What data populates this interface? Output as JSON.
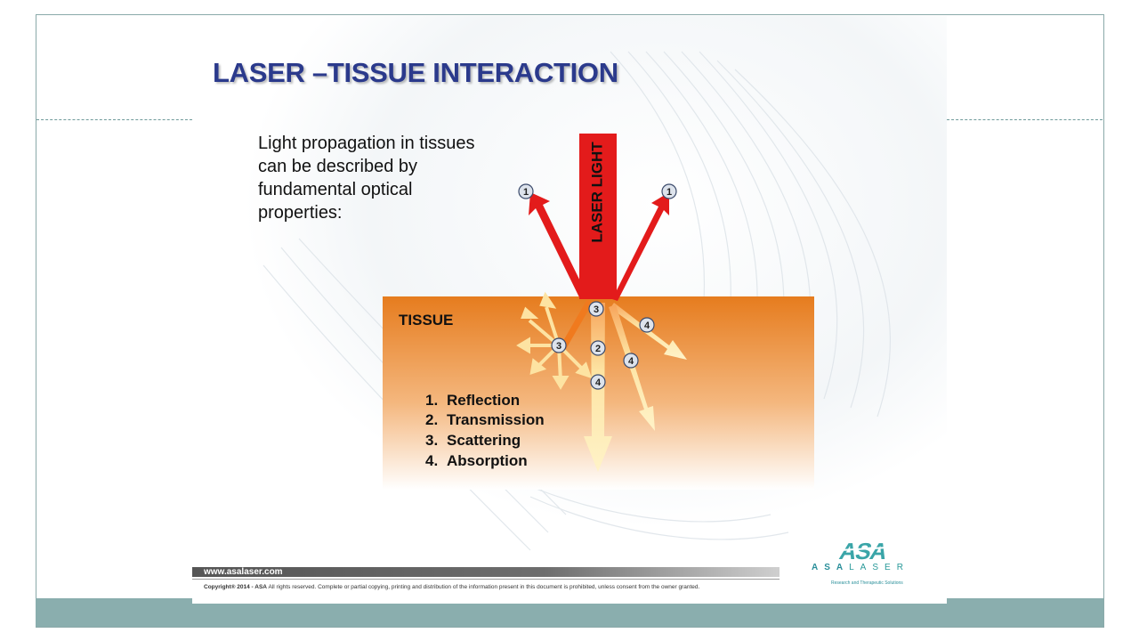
{
  "slide": {
    "title": "LASER –TISSUE INTERACTION",
    "intro_lines": [
      "Light propagation in tissues",
      "can be described by",
      "fundamental optical",
      "properties:"
    ]
  },
  "diagram": {
    "beam_label": "LASER LIGHT",
    "tissue_label": "TISSUE",
    "markers": [
      "1",
      "1",
      "3",
      "3",
      "2",
      "4",
      "4",
      "4"
    ],
    "properties": [
      {
        "num": "1.",
        "label": "Reflection"
      },
      {
        "num": "2.",
        "label": "Transmission"
      },
      {
        "num": "3.",
        "label": "Scattering"
      },
      {
        "num": "4.",
        "label": "Absorption"
      }
    ],
    "colors": {
      "beam": "#e31b1b",
      "tissue_top": "#e8801f",
      "tissue_bottom": "#ffffff",
      "arrow_light": "#fde6a8"
    }
  },
  "footer": {
    "url": "www.asalaser.com",
    "copyright_bold": "Copyright® 2014 - ASA",
    "copyright_rest": "All rights reserved. Complete or partial copying, printing and distribution of the information present in this document is prohibited, unless consent from the owner granted."
  },
  "logo": {
    "mark": "ASA",
    "wordmark_a": "ASA",
    "wordmark_b": "LASER",
    "tagline": "Research and Therapeutic Solutions"
  },
  "theme": {
    "title_color": "#2b3a8c",
    "band_color": "#8aaeae"
  }
}
